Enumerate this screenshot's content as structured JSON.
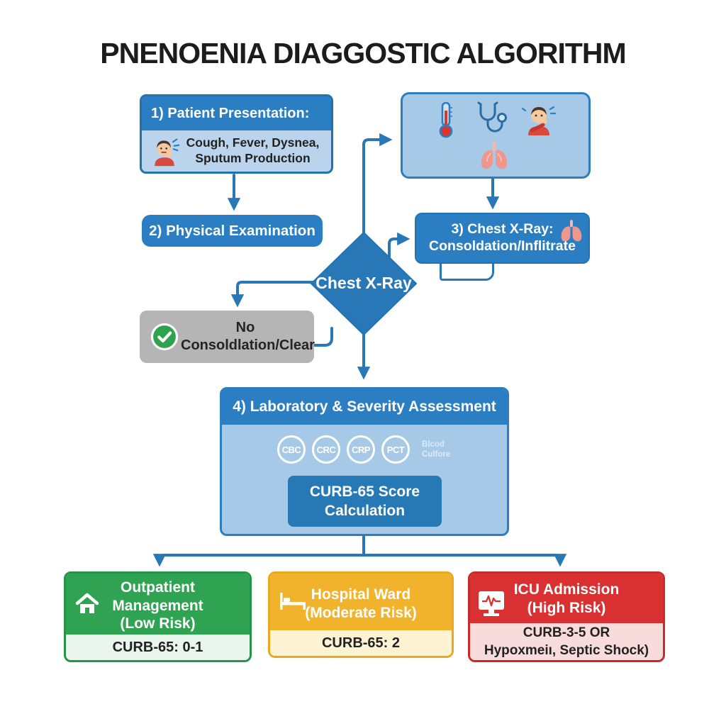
{
  "title": "PNENOENIA DIAGGOSTIC ALGORITHM",
  "colors": {
    "primary_blue": "#2b7ec2",
    "panel_blue": "#a6c9e7",
    "light_blue": "#b9d4ec",
    "dark_blue_button": "#2679b5",
    "connector_blue": "#2878b8",
    "gray": "#b5b5b5",
    "check_green": "#2ea24e",
    "outcome_green": "#2fa351",
    "outcome_green_light": "#eaf5ee",
    "outcome_amber": "#f2b32c",
    "outcome_amber_light": "#fdf3d3",
    "outcome_red": "#d93131",
    "outcome_red_light": "#f8dbdb"
  },
  "step1": {
    "header": "1) Patient Presentation:",
    "line1": "Cough, Fever, Dysnea,",
    "line2": "Sputum Production",
    "icon": "coughing-person-icon"
  },
  "symptom_panel": {
    "icons": [
      "thermometer-icon",
      "stethoscope-icon",
      "coughing-person-icon",
      "lungs-icon"
    ]
  },
  "step2": {
    "label": "2) Physical Examination"
  },
  "step3": {
    "line1": "3) Chest X-Ray:",
    "line2": "Consoldation/Inflitrate",
    "icon": "lungs-icon"
  },
  "decision": {
    "label": "Chest X-Ray"
  },
  "no_consolidation": {
    "line1": "No",
    "line2": "Consoldlation/Clear",
    "icon": "check-circle-icon"
  },
  "step4": {
    "header": "4) Laboratory & Severity Assessment",
    "labs": [
      "CBC",
      "CRC",
      "CRP",
      "PCT"
    ],
    "blood_culture_line1": "Blcod",
    "blood_culture_line2": "Culfore",
    "curb_line1": "CURB-65 Score",
    "curb_line2": "Calculation"
  },
  "outcomes": [
    {
      "line1": "Outpatient",
      "line2": "Management",
      "line3": "(Low Risk)",
      "footer1": "CURB-65: 0-1",
      "footer2": "",
      "icon": "home-icon"
    },
    {
      "line1": "Hospital Ward",
      "line2": "(Moderate Risk)",
      "line3": "",
      "footer1": "CURB-65: 2",
      "footer2": "",
      "icon": "hospital-bed-icon"
    },
    {
      "line1": "ICU Admission",
      "line2": "(High Risk)",
      "line3": "",
      "footer1": "CURB-3-5 OR",
      "footer2": "Hypoxmeiı, Septic Shock)",
      "icon": "monitor-ecg-icon"
    }
  ]
}
